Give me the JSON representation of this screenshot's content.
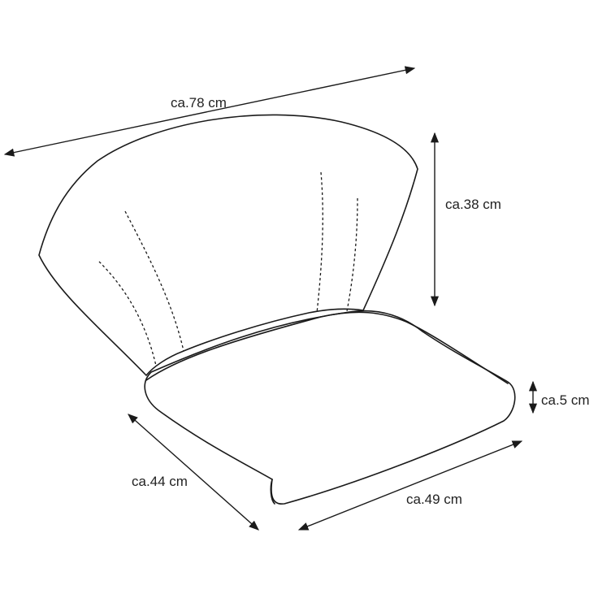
{
  "dimensions": {
    "width_total": "ca.78 cm",
    "back_height": "ca.38 cm",
    "seat_thickness": "ca.5 cm",
    "seat_depth": "ca.44 cm",
    "seat_width": "ca.49 cm"
  },
  "colors": {
    "line": "#1a1a1a",
    "background": "#ffffff"
  }
}
